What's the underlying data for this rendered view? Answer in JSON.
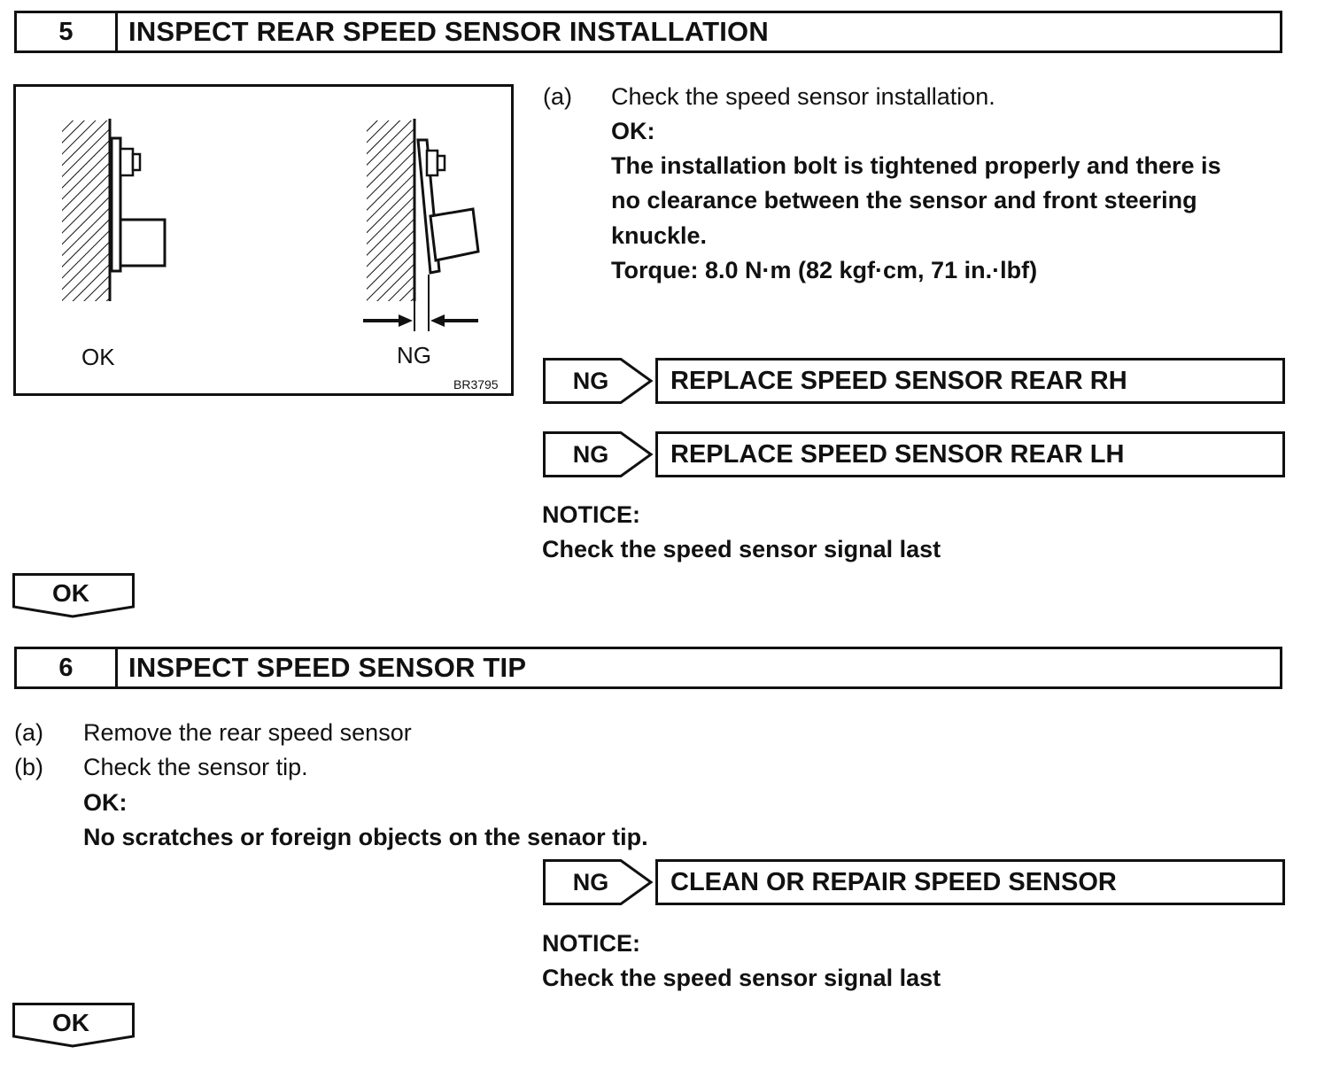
{
  "step5": {
    "number": "5",
    "title": "INSPECT REAR SPEED SENSOR INSTALLATION",
    "figure": {
      "ok_label": "OK",
      "ng_label": "NG",
      "code": "BR3795"
    },
    "instructions": {
      "a_marker": "(a)",
      "a_text": "Check the speed sensor installation.",
      "ok_heading": "OK:",
      "ok_line1": "The installation bolt is tightened properly and there is",
      "ok_line2": "no clearance between the sensor and front steering",
      "ok_line3": "knuckle.",
      "torque": "Torque: 8.0 N·m (82 kgf·cm, 71 in.·lbf)"
    },
    "ng_results": [
      {
        "tag": "NG",
        "text": "REPLACE SPEED SENSOR REAR RH"
      },
      {
        "tag": "NG",
        "text": "REPLACE SPEED SENSOR REAR LH"
      }
    ],
    "notice_heading": "NOTICE:",
    "notice_text": "Check the speed sensor signal last",
    "ok_label": "OK"
  },
  "step6": {
    "number": "6",
    "title": "INSPECT SPEED SENSOR TIP",
    "instructions": {
      "a_marker": "(a)",
      "a_text": "Remove the rear speed sensor",
      "b_marker": "(b)",
      "b_text": "Check the sensor tip.",
      "ok_heading": "OK:",
      "ok_text": "No scratches or foreign objects on the senaor tip."
    },
    "ng_result": {
      "tag": "NG",
      "text": "CLEAN OR REPAIR SPEED SENSOR"
    },
    "notice_heading": "NOTICE:",
    "notice_text": "Check the speed sensor signal last",
    "ok_label": "OK"
  }
}
